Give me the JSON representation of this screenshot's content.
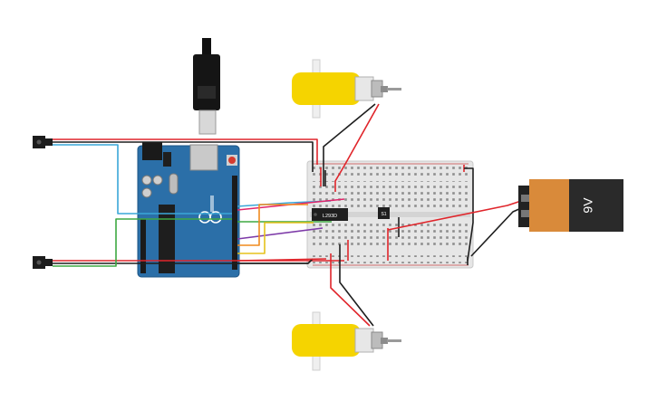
{
  "components": {
    "ic_label": "L293D",
    "switch_label": "S1",
    "battery_label": "9V"
  },
  "colors": {
    "background": "#ffffff",
    "arduino_blue": "#2b6fa8",
    "breadboard": "#e6e6e6",
    "wire_red": "#e0252b",
    "wire_black": "#1e1e1e",
    "wire_cyan": "#3aa7d8",
    "wire_green": "#3ea842",
    "wire_orange": "#f08a1d",
    "wire_yellow": "#e5c21b",
    "wire_purple": "#7d3aa8",
    "motor_yellow": "#f5d400",
    "battery_orange": "#d98a3a",
    "battery_black": "#2a2a2a"
  },
  "icons": [
    "usb-plug-icon",
    "arduino-logo-icon",
    "ir-sensor-icon",
    "gear-motor-icon",
    "battery-9v-icon"
  ]
}
